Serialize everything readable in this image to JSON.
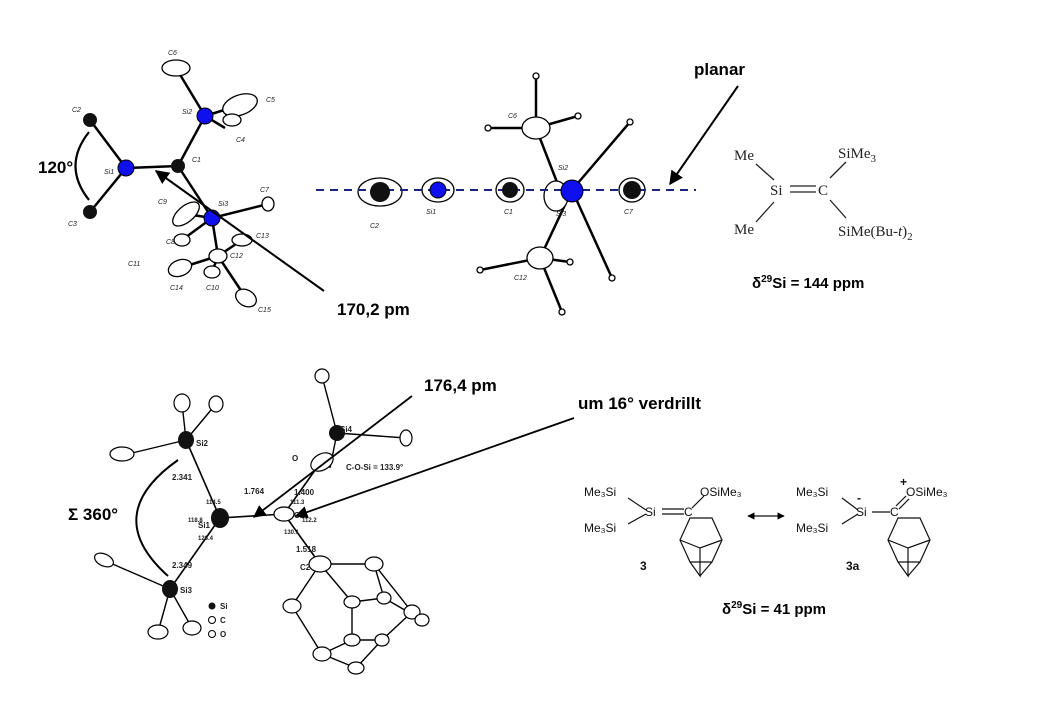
{
  "labels": {
    "angle_top": "120°",
    "bond_top": "170,2 pm",
    "planar": "planar",
    "nmr_top_prefix": "δ",
    "nmr_top_sup": "29",
    "nmr_top_rest": "Si = 144 ppm",
    "bond_bottom": "176,4 pm",
    "twist": "um 16° verdrillt",
    "angle_sum": "Σ 360°",
    "nmr_bottom_prefix": "δ",
    "nmr_bottom_sup": "29",
    "nmr_bottom_rest": "Si = 41 ppm"
  },
  "top_structure": {
    "me_top": "Me",
    "me_bottom": "Me",
    "si": "Si",
    "c": "C",
    "sime3": "SiMe",
    "sime3_sub": "3",
    "sime_but": "SiMe(Bu-",
    "sime_but_t": "t",
    "sime_but_end": ")",
    "sime_but_sub": "2"
  },
  "bottom_scheme": {
    "compound_3": "3",
    "compound_3a": "3a",
    "me3si_1": "Me₃Si",
    "me3si_2": "Me₃Si",
    "si": "Si",
    "c": "C",
    "osime3": "OSiMe₃",
    "me3si_3": "Me₃Si",
    "me3si_4": "Me₃Si",
    "si_minus": "Si",
    "c_2": "C",
    "osime3_plus": "OSiMe₃",
    "minus": "-",
    "plus": "+"
  },
  "ortep_top_atom_labels": [
    "C6",
    "Si2",
    "C5",
    "C2",
    "C4",
    "Si1",
    "C1",
    "C3",
    "C9",
    "Si3",
    "C7",
    "C8",
    "C13",
    "C12",
    "C11",
    "C14",
    "C10",
    "C15"
  ],
  "ortep_side_atom_labels": [
    "C6",
    "Si2",
    "C2",
    "Si1",
    "C1",
    "Si3",
    "C7",
    "C12"
  ],
  "ortep_bottom_labels": {
    "atoms": [
      "Si2",
      "Si1",
      "Si3",
      "Si4",
      "C1",
      "C2",
      "O"
    ],
    "values": [
      "2.341",
      "2.349",
      "1.764",
      "1.400",
      "1.518",
      "114.5",
      "118.8",
      "126.4",
      "111.3",
      "130.1",
      "112.2"
    ],
    "annotation": "C-O-Si = 133.9°",
    "legend": [
      "Si",
      "C",
      "O"
    ]
  },
  "colors": {
    "silicon_highlight": "#1010ee",
    "dashed_plane": "#1a237e",
    "carbon": "#111111"
  }
}
